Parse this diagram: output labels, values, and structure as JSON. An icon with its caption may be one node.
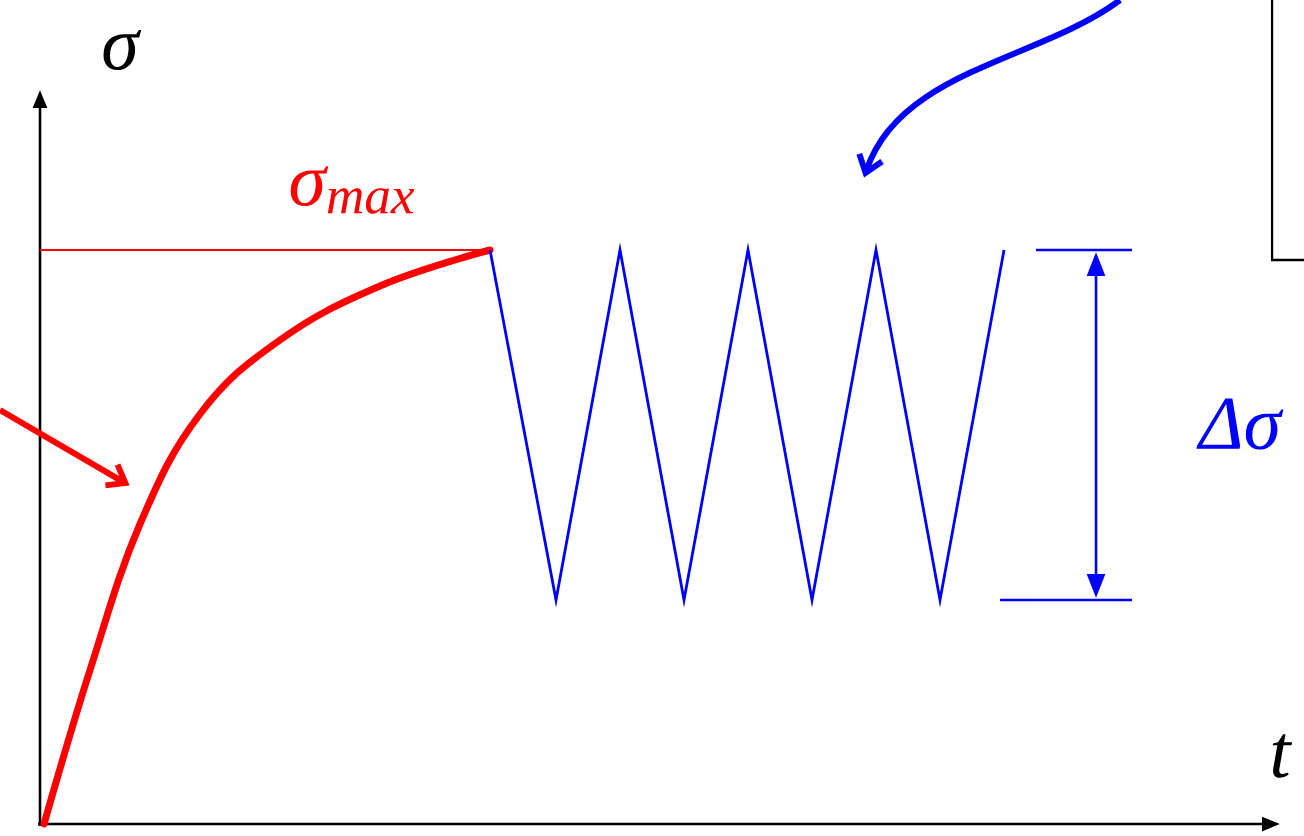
{
  "diagram": {
    "nodes": [
      {
        "text": [],
        "shape": "picture"
      },
      {
        "text": [],
        "shape": "picture"
      },
      {
        "text": [],
        "shape": "box"
      }
    ],
    "edges": [
      {
        "from": null,
        "to": 0,
        "arrow": "to",
        "color": "#ff0000"
      },
      {
        "from": null,
        "to": 1,
        "arrow": "to",
        "color": "#0000ff"
      }
    ],
    "labels": [
      "σ",
      "σ$_{max}$",
      "Δσ",
      "t"
    ]
  }
}
